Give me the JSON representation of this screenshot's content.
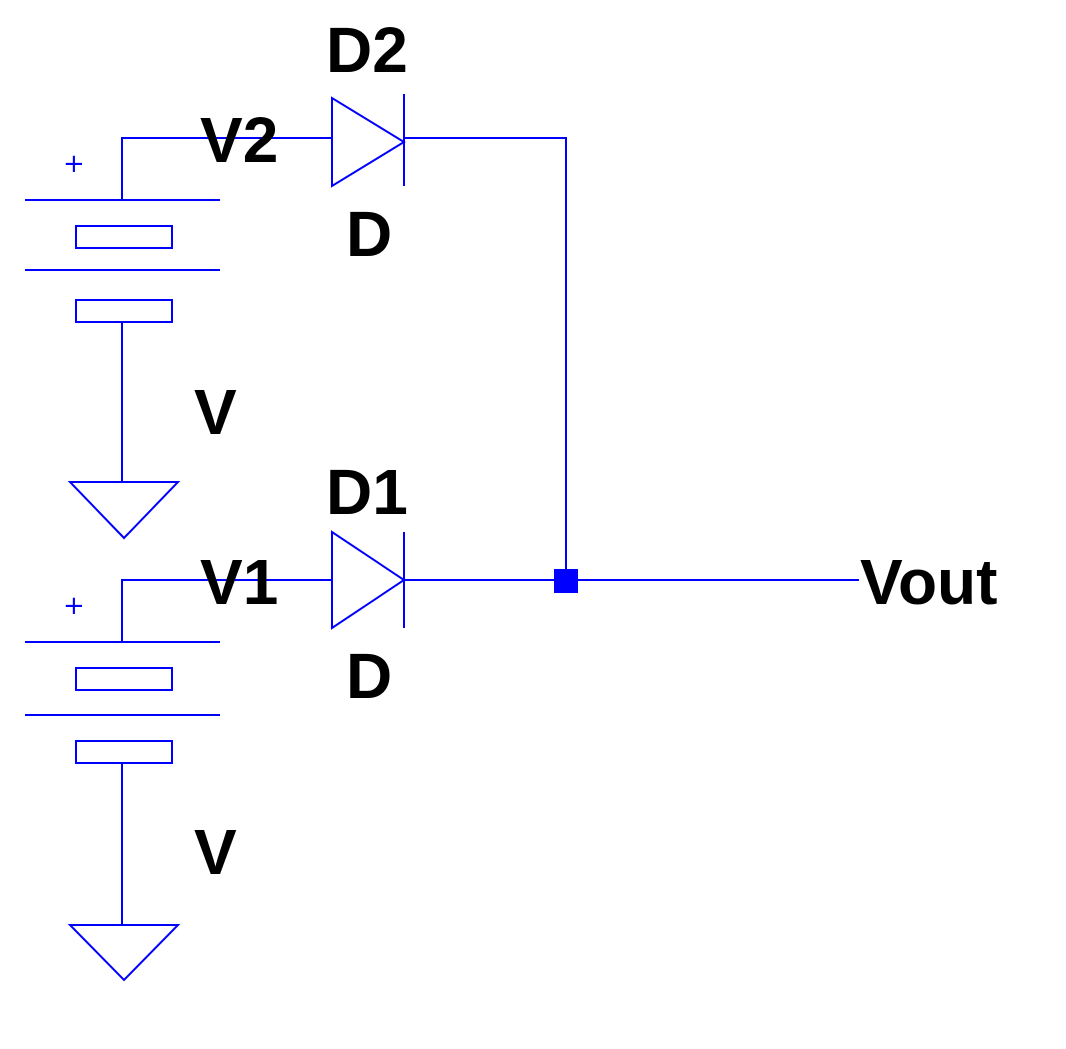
{
  "components": {
    "d2": {
      "ref": "D2",
      "model": "D"
    },
    "d1": {
      "ref": "D1",
      "model": "D"
    },
    "v2": {
      "ref": "V2",
      "value": "V",
      "polarity": "+"
    },
    "v1": {
      "ref": "V1",
      "value": "V",
      "polarity": "+"
    }
  },
  "nets": {
    "output": "Vout"
  },
  "colors": {
    "wire": "#0000ff",
    "text": "#000000",
    "background": "#ffffff"
  }
}
